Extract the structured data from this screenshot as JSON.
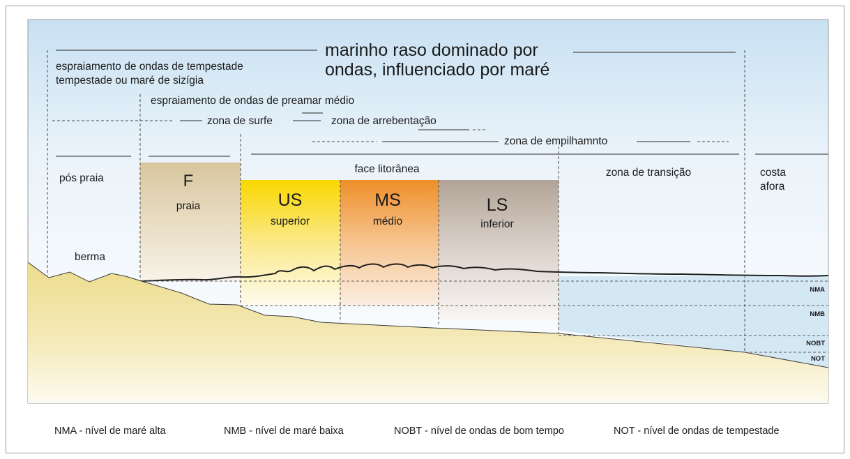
{
  "title": {
    "line1": "marinho raso dominado por",
    "line2": "ondas, influenciado por maré"
  },
  "top_labels": {
    "swash_storm_1": "espraiamento de ondas de tempestade",
    "swash_storm_2": "tempestade ou maré de sizígia",
    "swash_high_tide": "espraiamento de ondas de preamar médio",
    "surf_zone": "zona de surfe",
    "breaker_zone": "zona de arrebentação",
    "shoaling_zone": "zona de empilhamnto"
  },
  "zones": {
    "backshore": "pós praia",
    "berm": "berma",
    "foreshore_code": "F",
    "foreshore_name": "praia",
    "shoreface": "face litorânea",
    "upper_code": "US",
    "upper_name": "superior",
    "middle_code": "MS",
    "middle_name": "médio",
    "lower_code": "LS",
    "lower_name": "inferior",
    "transition": "zona de transição",
    "offshore_1": "costa",
    "offshore_2": "afora"
  },
  "levels": [
    "NMA",
    "NMB",
    "NOBT",
    "NOT"
  ],
  "legend": [
    "NMA - nível de maré alta",
    "NMB - nível de maré baixa",
    "NOBT - nível de ondas de bom tempo",
    "NOT - nível de ondas de tempestade"
  ],
  "colors": {
    "sky": "#cfe4f3",
    "sand": "#ecdb8e",
    "foreshore": "#d9c79f",
    "upper": "#f9d800",
    "middle": "#f0922e",
    "lower": "#b4a69a",
    "water": "#d3e8f4"
  }
}
